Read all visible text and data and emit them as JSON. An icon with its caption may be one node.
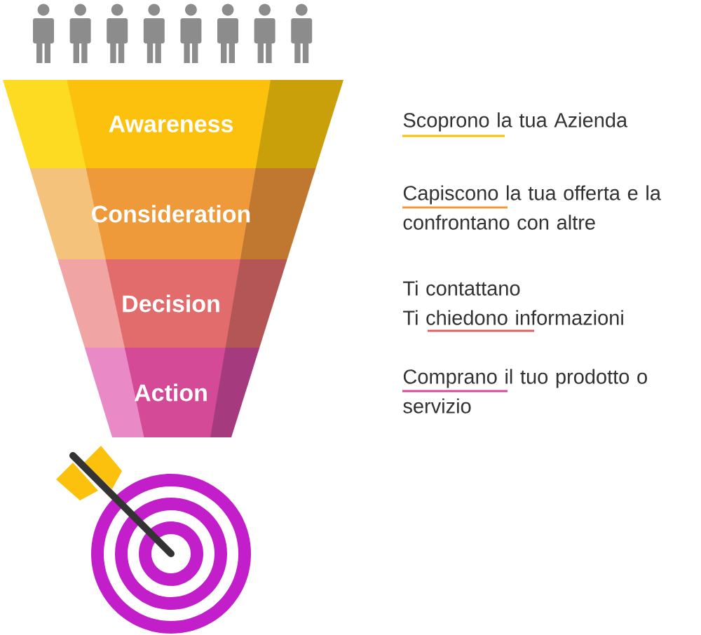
{
  "diagram": {
    "nodes": [
      {
        "text": [
          "Awareness"
        ]
      },
      {
        "text": [
          "Consideration"
        ]
      },
      {
        "text": [
          "Decision"
        ]
      },
      {
        "text": [
          "Action"
        ]
      }
    ],
    "labels": [
      "Scoprono la tua Azienda",
      "Capiscono la tua offerta e la confrontano con altre",
      "Ti contattano",
      "Ti chiedono informazioni",
      "Comprano il tuo prodotto o servizio"
    ]
  }
}
